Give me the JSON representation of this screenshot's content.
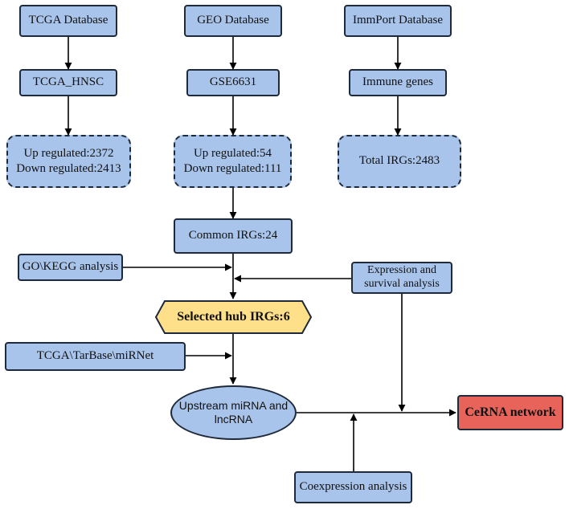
{
  "nodes": {
    "tcga_db": "TCGA Database",
    "geo_db": "GEO Database",
    "immport_db": "ImmPort Database",
    "tcga_hnsc": "TCGA_HNSC",
    "gse6631": "GSE6631",
    "immune_genes": "Immune genes",
    "tcga_up": "Up regulated:2372",
    "tcga_down": "Down regulated:2413",
    "geo_up": "Up regulated:54",
    "geo_down": "Down regulated:111",
    "total_irgs": "Total IRGs:2483",
    "common_irgs": "Common IRGs:24",
    "go_kegg": "GO\\KEGG analysis",
    "expression_line1": "Expression and",
    "expression_line2": "survival analysis",
    "hub_irgs": "Selected hub IRGs:6",
    "tcga_tarbase": "TCGA\\TarBase\\miRNet",
    "upstream_line1": "Upstream miRNA and",
    "upstream_line2": "lncRNA",
    "cerna": "CeRNA network",
    "coexpression": "Coexpression analysis"
  },
  "colors": {
    "box_fill": "#a9c4eb",
    "hub_fill": "#ffe08a",
    "cerna_fill": "#e8645a",
    "stroke": "#1e2a3a"
  }
}
